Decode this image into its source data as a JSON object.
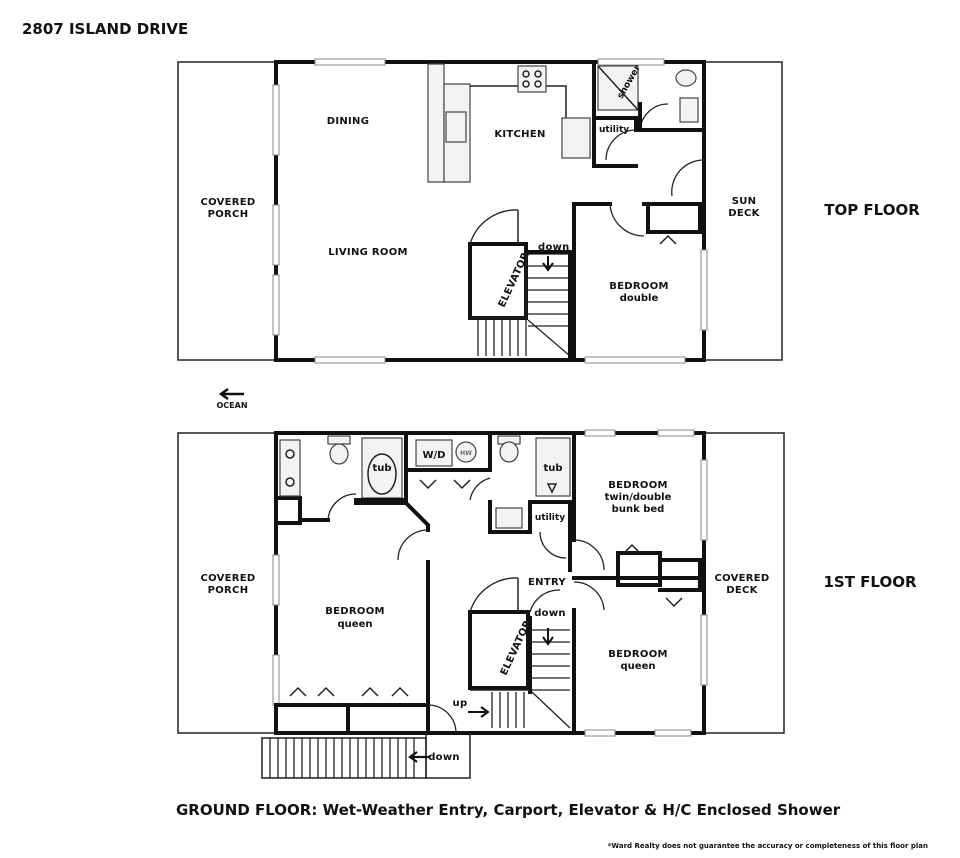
{
  "title": "2807 ISLAND DRIVE",
  "orientation": {
    "label": "OCEAN"
  },
  "top_floor": {
    "name": "TOP FLOOR",
    "rooms": {
      "covered_porch_1": "COVERED",
      "covered_porch_2": "PORCH",
      "dining": "DINING",
      "kitchen": "KITCHEN",
      "living_room": "LIVING ROOM",
      "sun_deck_1": "SUN",
      "sun_deck_2": "DECK",
      "bedroom": "BEDROOM",
      "bedroom_bed": "double",
      "elevator": "ELEVATOR",
      "shower": "shower",
      "utility": "utility",
      "stairs": "down"
    }
  },
  "first_floor": {
    "name": "1ST FLOOR",
    "rooms": {
      "covered_porch_1": "COVERED",
      "covered_porch_2": "PORCH",
      "tub_left": "tub",
      "washer_dryer": "W/D",
      "water_heater": "HW",
      "tub_right": "tub",
      "utility": "utility",
      "bedroom_left": "BEDROOM",
      "bedroom_left_bed": "queen",
      "entry": "ENTRY",
      "bedroom_bunk": "BEDROOM",
      "bedroom_bunk_bed_1": "twin/double",
      "bedroom_bunk_bed_2": "bunk bed",
      "covered_deck_1": "COVERED",
      "covered_deck_2": "DECK",
      "bedroom_right": "BEDROOM",
      "bedroom_right_bed": "queen",
      "elevator": "ELEVATOR",
      "stairs_down": "down",
      "stairs_up": "up",
      "exterior_stairs_down": "down"
    }
  },
  "ground_floor_note": "GROUND FLOOR: Wet-Weather Entry, Carport, Elevator & H/C Enclosed Shower",
  "disclaimer": "*Ward Realty does not guarantee the accuracy or completeness of this floor plan"
}
